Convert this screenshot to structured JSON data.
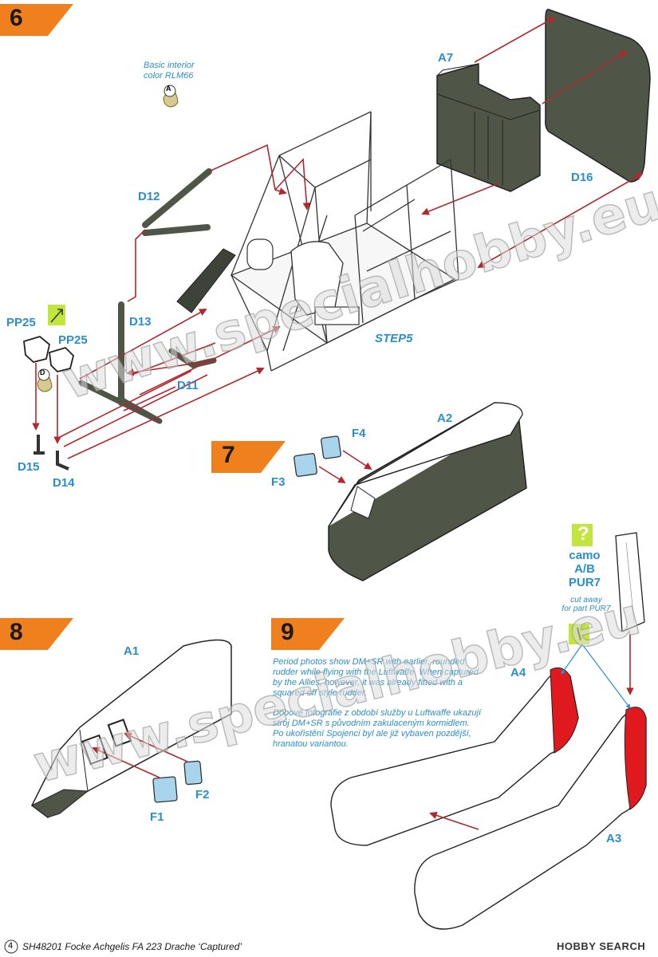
{
  "steps": {
    "s6": "6",
    "s7": "7",
    "s8": "8",
    "s9": "9"
  },
  "labels": {
    "basic_interior": "Basic interior",
    "color_rlm66": "color RLM66",
    "a7": "A7",
    "d16": "D16",
    "d12": "D12",
    "d13": "D13",
    "d11": "D11",
    "d14": "D14",
    "d15": "D15",
    "pp25_a": "PP25",
    "pp25_b": "PP25",
    "step5": "STEP5",
    "a2": "A2",
    "f3": "F3",
    "f4": "F4",
    "a1": "A1",
    "f1": "F1",
    "f2": "F2",
    "a4": "A4",
    "a3": "A3",
    "camo": "camo",
    "ab": "A/B",
    "pur7": "PUR7",
    "cut_away_1": "cut away",
    "cut_away_2": "for part PUR7"
  },
  "callouts": {
    "paint_a": "A",
    "paint_d": "D",
    "question": "?"
  },
  "notes": {
    "english": "Period photos show DM+SR with earlier, rounded rudder while flying with the Luftwaffe. When captured by the Allies, however, it was already fitted with a squared off style rudder.",
    "czech": "Dobové fotografie z období služby u Luftwaffe ukazují stroj DM+SR s původním zakulaceným kormidlem. Po ukořistění Spojenci byl ale již vybaven pozdější, hranatou variantou."
  },
  "watermark": "www.specialhobby.eu",
  "footer": {
    "page_number": "4",
    "text": "SH48201  Focke Achgelis FA 223 Drache ‘Captured’",
    "brand": "HOBBY SEARCH"
  },
  "colors": {
    "label_blue": "#2a8fc9",
    "arrow_red": "#b0282e",
    "step_orange": "#f07f1e",
    "interior_green": "#4f5648",
    "rudder_red": "#e0191f",
    "flag_yellow": "#c3e63f"
  },
  "icons": {
    "paint_drop": "paint-drop-icon",
    "flip_part": "flip-part-icon",
    "question_box": "question-box-icon"
  }
}
